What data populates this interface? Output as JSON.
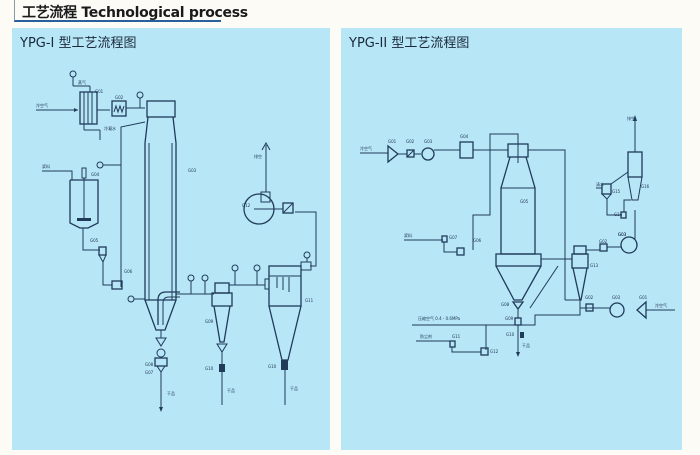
{
  "header": {
    "title": "工艺流程 Technological process"
  },
  "panels": [
    {
      "title": "YPG-I 型工艺流程图",
      "labels": {
        "steam": "蒸气",
        "cold_air": "冷空气",
        "condensate": "冷凝水",
        "slurry": "浆料",
        "exhaust": "排空",
        "product": "干品",
        "g01": "G01",
        "g02": "G02",
        "g03": "G03",
        "g04": "G04",
        "g05": "G05",
        "g06": "G06",
        "g07": "G07",
        "g08": "G08",
        "g09": "G09",
        "g10a": "G10",
        "g10b": "G10",
        "g11": "G11",
        "g12": "G12"
      }
    },
    {
      "title": "YPG-II 型工艺流程图",
      "labels": {
        "cold_air": "冷空气",
        "cold_air2": "冷空气",
        "slurry": "浆料",
        "exhaust": "排空",
        "clear_water": "清水",
        "compressed_air": "压缩空气 0.4 - 0.6MPa",
        "anti_dust": "防尘剂",
        "product": "干品",
        "g01": "G01",
        "g02": "G02",
        "g03": "G03",
        "g04": "G04",
        "g05": "G05",
        "g06": "G06",
        "g07": "G07",
        "g08": "G08",
        "g09": "G09",
        "g10": "G10",
        "g11": "G11",
        "g12": "G12",
        "g13": "G13",
        "g14": "G14",
        "g15": "G15",
        "g16": "G16",
        "g01b": "G01",
        "g02b": "G02",
        "g03b": "G03",
        "g03c": "G03"
      }
    }
  ]
}
